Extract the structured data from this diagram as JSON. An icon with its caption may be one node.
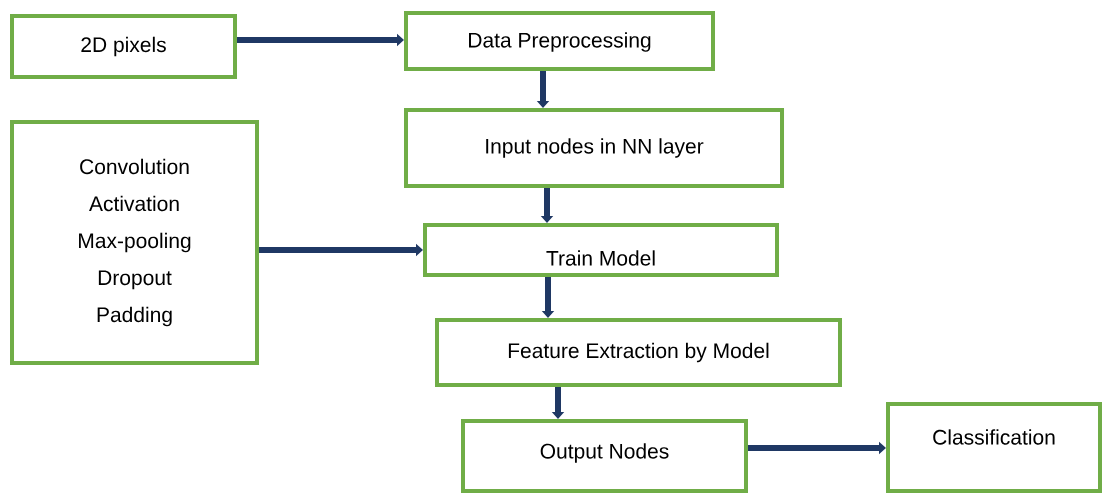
{
  "diagram": {
    "nodes": [
      {
        "text": [
          "2D pixels"
        ]
      },
      {
        "text": [
          "Data Preprocessing"
        ]
      },
      {
        "text": [
          "Input nodes in NN layer"
        ]
      },
      {
        "text": [
          "Convolution",
          "Activation",
          "Max-pooling",
          "Dropout",
          "Padding"
        ]
      },
      {
        "text": [
          "Train Model"
        ]
      },
      {
        "text": [
          "Feature Extraction by Model"
        ]
      },
      {
        "text": [
          "Output Nodes"
        ]
      },
      {
        "text": [
          "Classification"
        ]
      }
    ],
    "edges": [
      {
        "from": 0,
        "to": 1,
        "arrow": "to"
      },
      {
        "from": 1,
        "to": 2,
        "arrow": "to"
      },
      {
        "from": 2,
        "to": 4,
        "arrow": "to"
      },
      {
        "from": 3,
        "to": 4,
        "arrow": "to"
      },
      {
        "from": 4,
        "to": 5,
        "arrow": "to"
      },
      {
        "from": 5,
        "to": 6,
        "arrow": "to"
      },
      {
        "from": 6,
        "to": 7,
        "arrow": "to"
      }
    ]
  }
}
